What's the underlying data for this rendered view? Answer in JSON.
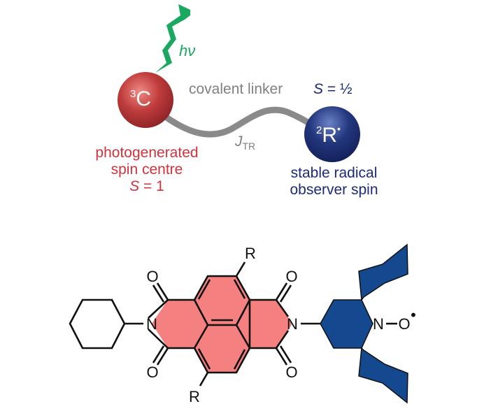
{
  "colors": {
    "triplet": "#b8383a",
    "radical": "#1e3378",
    "linker": "#8a8a8a",
    "light": "#1aa860",
    "core": "#f48080",
    "tempo": "#14488f"
  },
  "scheme": {
    "light_label": "hν",
    "triplet_sphere": {
      "sup": "3",
      "letter": "C"
    },
    "radical_sphere": {
      "sup": "2",
      "letter": "R",
      "dot": "•"
    },
    "linker_label": "covalent linker",
    "coupling_label": {
      "main": "J",
      "sub": "TR"
    },
    "radical_spin": {
      "symbol": "S",
      "value": " = ½"
    },
    "triplet_caption": [
      "photogenerated",
      "spin centre"
    ],
    "triplet_spin": {
      "symbol": "S",
      "value": " = 1"
    },
    "radical_caption": [
      "stable radical",
      "observer spin"
    ]
  },
  "molecule": {
    "atoms": {
      "n_left": "N",
      "n_right": "N",
      "n_tempo": "N",
      "o_radical": "O",
      "oxygens": "O",
      "r_top": "R",
      "r_bottom": "R",
      "dash": "–",
      "radical_dot": "•"
    }
  }
}
